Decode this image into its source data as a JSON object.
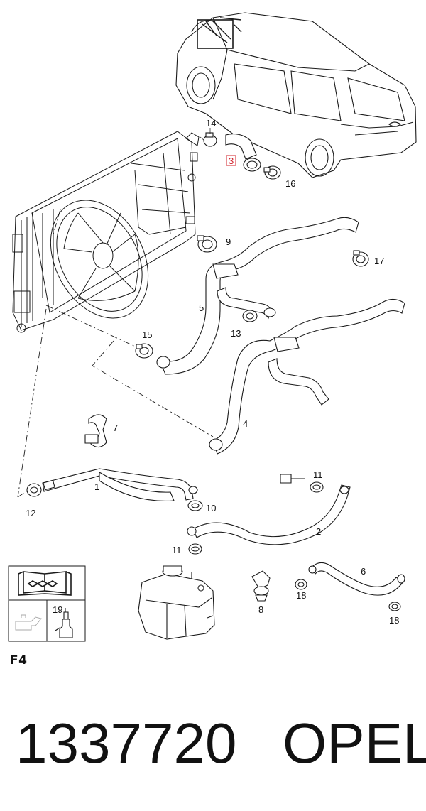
{
  "callouts": {
    "c1": "1",
    "c2": "2",
    "c3": "3",
    "c4": "4",
    "c5": "5",
    "c6": "6",
    "c7": "7",
    "c8": "8",
    "c9": "9",
    "c10": "10",
    "c11a": "11",
    "c11b": "11",
    "c12": "12",
    "c13": "13",
    "c14": "14",
    "c15": "15",
    "c16": "16",
    "c17": "17",
    "c18a": "18",
    "c18b": "18",
    "c19": "19"
  },
  "section_code": "F4",
  "part_number": "1337720",
  "brand": "OPEL",
  "colors": {
    "line": "#1a1a1a",
    "highlight": "#d0202a",
    "background": "#ffffff"
  },
  "icons": [
    "repair-manual-icon",
    "oil-can-icon",
    "sealant-bottle-icon"
  ]
}
